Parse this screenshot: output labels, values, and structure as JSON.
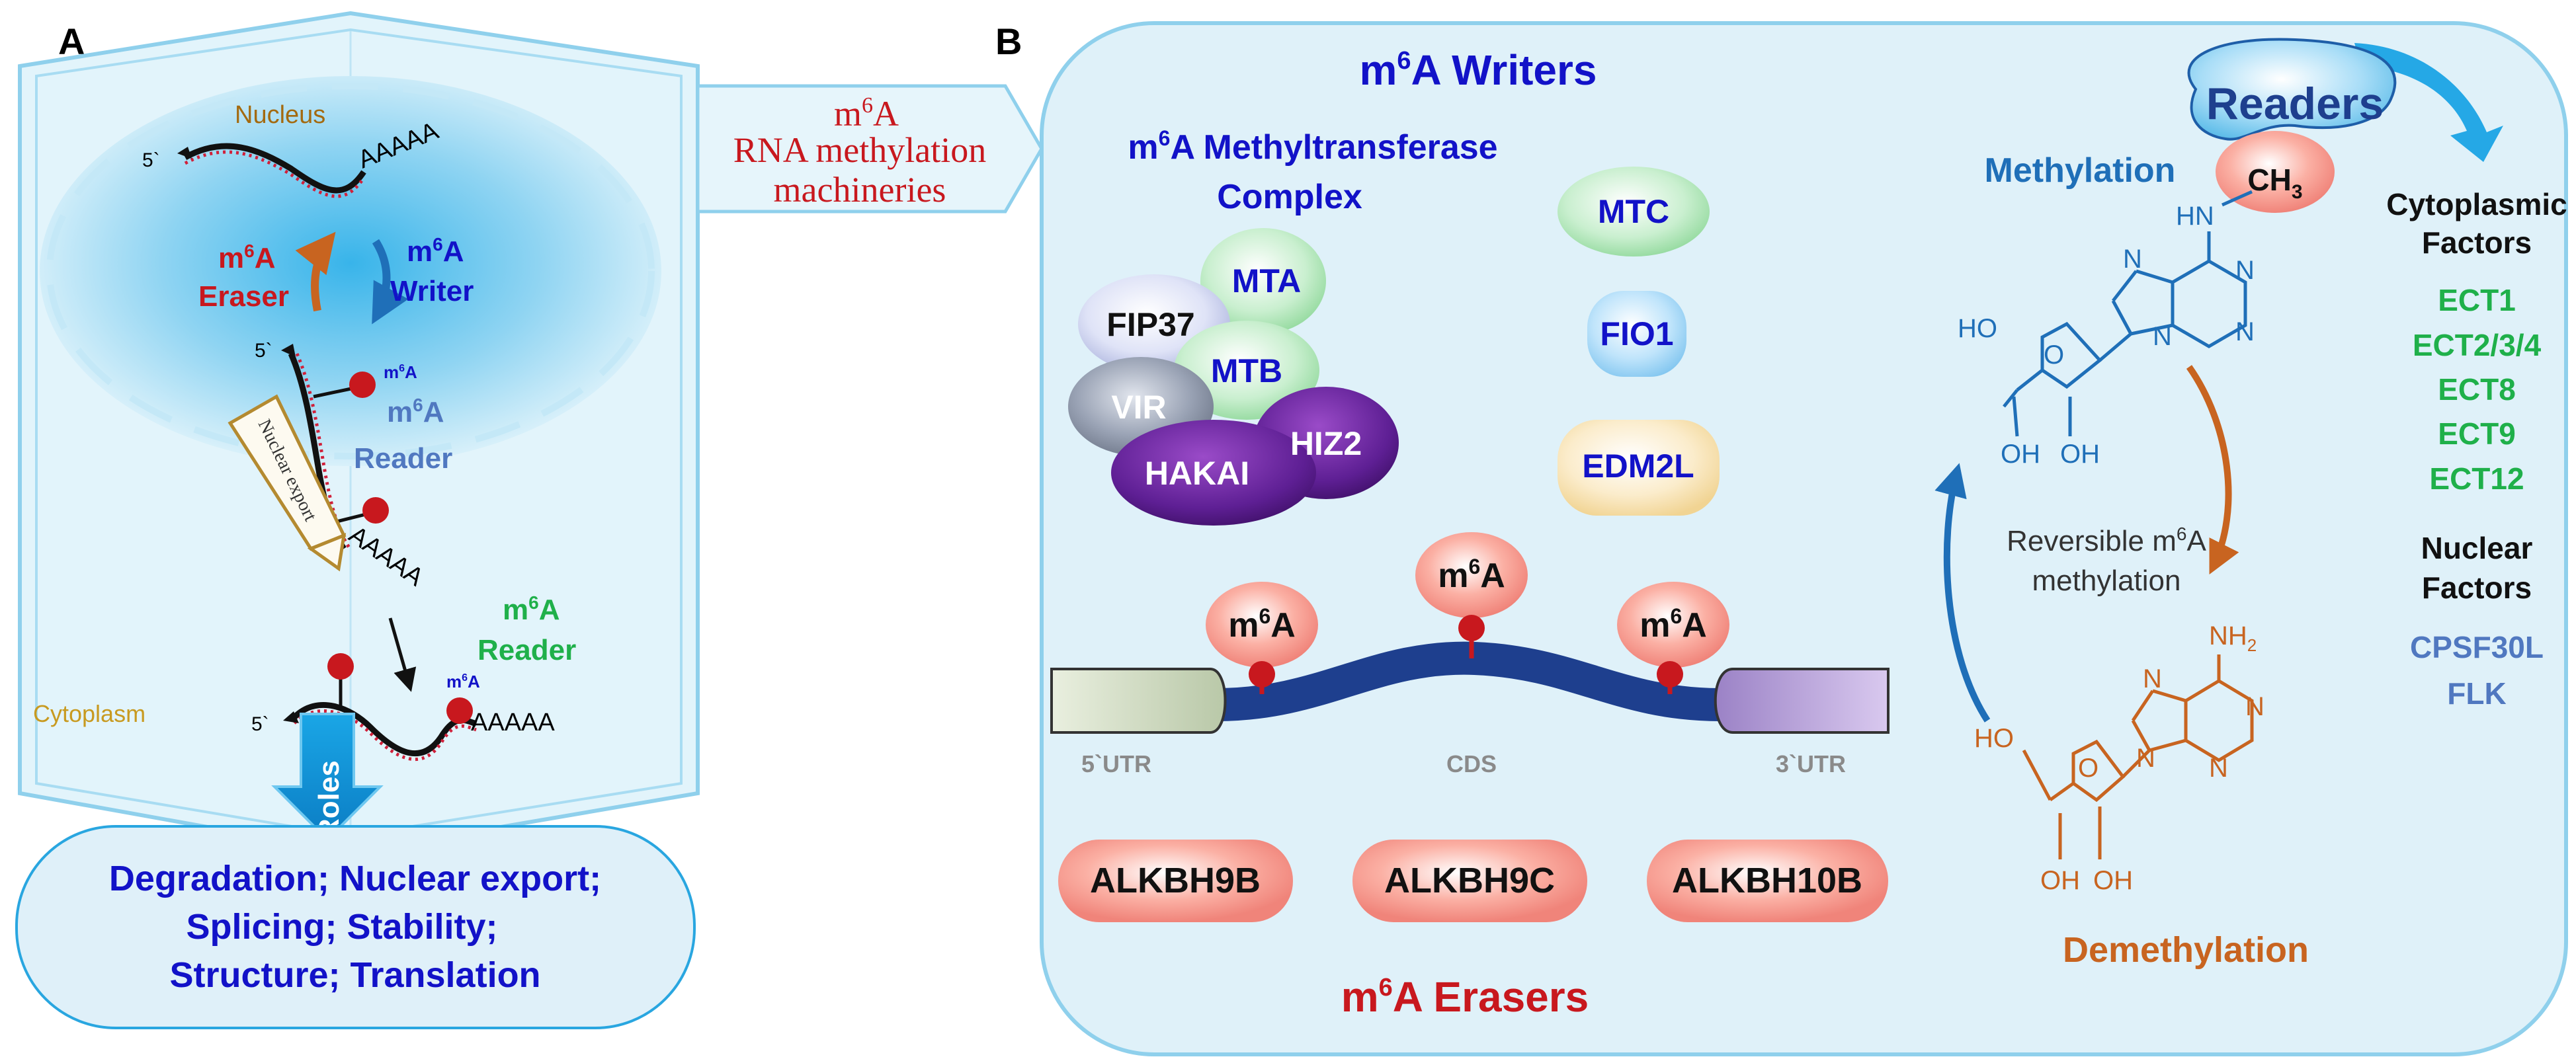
{
  "panelA": {
    "label": "A",
    "nucleus": "Nucleus",
    "cytoplasm": "Cytoplasm",
    "eraser_m": "m",
    "eraser_sup": "6",
    "eraser_a": "A",
    "eraser_word": "Eraser",
    "writer_m": "m",
    "writer_sup": "6",
    "writer_a": "A",
    "writer_word": "Writer",
    "reader1_m": "m",
    "reader1_sup": "6",
    "reader1_a": "A",
    "reader1_word": "Reader",
    "reader2_m": "m",
    "reader2_sup": "6",
    "reader2_a": "A",
    "reader2_word": "Reader",
    "nuclear_export": "Nuclear export",
    "five_prime": "5`",
    "polyA": "AAAAA",
    "mark_m": "m",
    "mark_sup": "6",
    "mark_a": "A",
    "roles": "Roles",
    "roles_line1": "Degradation; Nuclear export;",
    "roles_line2": "Splicing; Stability;",
    "roles_line3": "Structure; Translation"
  },
  "banner": {
    "line1_m": "m",
    "line1_sup": "6",
    "line1_a": "A",
    "line2": "RNA methylation",
    "line3": "machineries"
  },
  "panelB": {
    "label": "B",
    "writers_m": "m",
    "writers_sup": "6",
    "writers_rest": "A Writers",
    "complex_m": "m",
    "complex_sup": "6",
    "complex_rest": "A Methyltransferase",
    "complex_line2": "Complex",
    "complex_subunits": [
      "MTA",
      "FIP37",
      "MTB",
      "VIR",
      "HIZ2",
      "HAKAI"
    ],
    "other_writers": [
      "MTC",
      "FIO1",
      "EDM2L"
    ],
    "site_m": "m",
    "site_sup": "6",
    "site_a": "A",
    "utr5": "5`UTR",
    "cds": "CDS",
    "utr3": "3`UTR",
    "erasers": [
      "ALKBH9B",
      "ALKBH9C",
      "ALKBH10B"
    ],
    "erasers_m": "m",
    "erasers_sup": "6",
    "erasers_rest": "A Erasers",
    "readers": "Readers",
    "methylation": "Methylation",
    "ch3": "CH",
    "ch3_sub": "3",
    "hn": "HN",
    "n": "N",
    "ho": "HO",
    "oh": "OH",
    "o": "O",
    "nh2": "NH",
    "nh2_sub": "2",
    "reversible_line1_a": "Reversible m",
    "reversible_sup": "6",
    "reversible_line1_b": "A",
    "reversible_line2": "methylation",
    "demethylation": "Demethylation",
    "cyto_factors_line1": "Cytoplasmic",
    "cyto_factors_line2": "Factors",
    "cyto_factors": [
      "ECT1",
      "ECT2/3/4",
      "ECT8",
      "ECT9",
      "ECT12"
    ],
    "nuclear_factors_line1": "Nuclear",
    "nuclear_factors_line2": "Factors",
    "nuclear_factors": [
      "CPSF30L",
      "FLK"
    ]
  },
  "colors": {
    "writer_blue": "#1212c8",
    "eraser_red": "#c8181e",
    "reader_green": "#1fb04a",
    "reader_steel": "#5078c0",
    "methyl_blue": "#1f6fb8",
    "demethyl_orange": "#c86420",
    "mrna_navy": "#1e3f8e",
    "cell_fill": "#dff3fb"
  }
}
